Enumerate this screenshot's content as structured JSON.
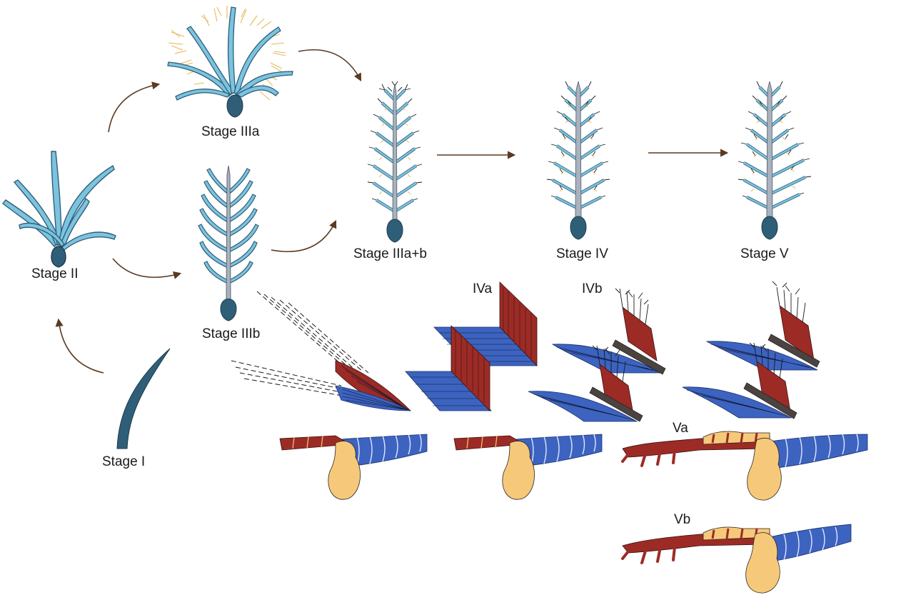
{
  "labels": {
    "stage_i": "Stage I",
    "stage_ii": "Stage II",
    "stage_iiia": "Stage IIIa",
    "stage_iiib": "Stage IIIb",
    "stage_iiiab": "Stage IIIa+b",
    "stage_iv": "Stage IV",
    "stage_v": "Stage V",
    "iva": "IVa",
    "ivb": "IVb",
    "va": "Va",
    "vb": "Vb"
  },
  "colors": {
    "calamus": "#2f5f78",
    "barb_light": "#7cc3df",
    "barb_outline": "#2f5f78",
    "rachis": "#a9b2bf",
    "barbule_yellow": "#e9b95a",
    "hooklet_red": "#9c2b26",
    "vane_blue": "#3d63c0",
    "skin_yellow": "#f6c97a",
    "arrow_brown": "#5a3a24",
    "bar_dark": "#4a4340"
  },
  "icons": {
    "feather": "feather-icon",
    "arrow": "arrow-icon",
    "barbule": "barbule-icon"
  }
}
